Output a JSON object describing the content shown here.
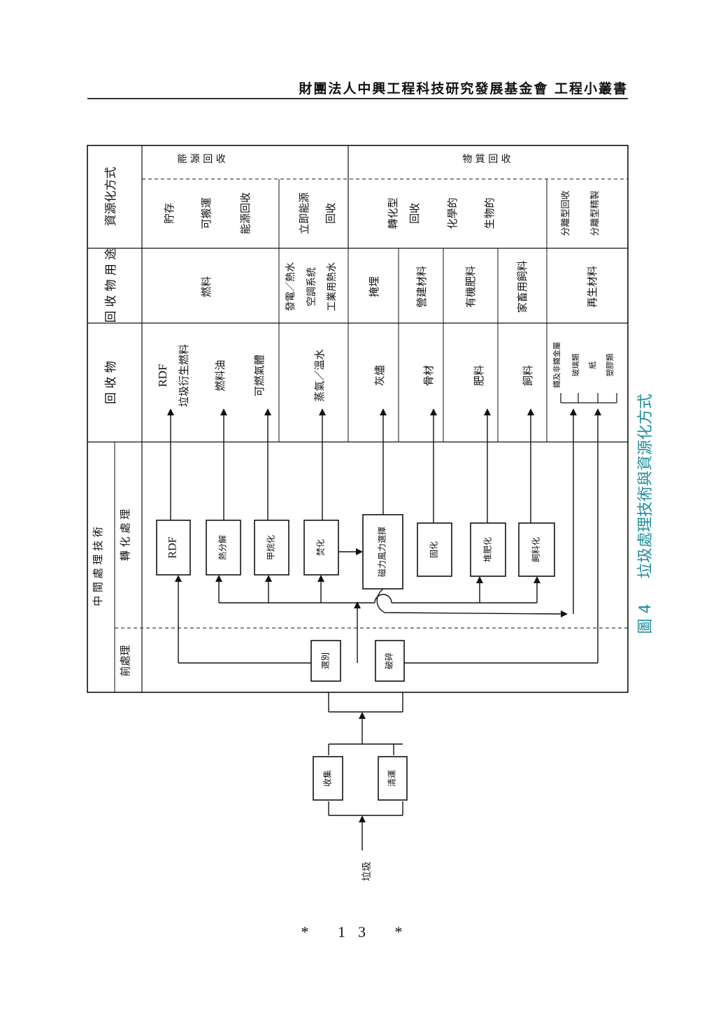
{
  "header": {
    "title": "財團法人中興工程科技研究發展基金會 工程小叢書"
  },
  "page_number": "* 13 *",
  "caption": {
    "label": "圖 4",
    "text": "垃圾處理技術與資源化方式"
  },
  "columns": {
    "intermediate": "中 間 處 理 技 術",
    "pre": "前處理",
    "conversion": "轉 化 處 理",
    "product": "回 收 物",
    "usage": "回 收 物 用 途",
    "method": "資源化方式"
  },
  "input": {
    "garbage": "垃圾",
    "collect": "收集",
    "transport": "清運"
  },
  "pre_processes": {
    "sort": "選別",
    "crush": "破碎"
  },
  "processes": {
    "rdf": "RDF",
    "pyrolysis": "熱分解",
    "methane": "甲烷化",
    "incineration": "焚化",
    "magnetic": "磁力風力選擇",
    "solidify": "固化",
    "compost": "堆肥化",
    "feed": "飼料化"
  },
  "products": {
    "rdf_line1": "RDF",
    "rdf_line2": "垃圾衍生燃料",
    "fuel_oil": "燃料油",
    "gas": "可燃氣體",
    "steam": "蒸氣／溫水",
    "ash": "灰燼",
    "aggregate": "骨材",
    "fertilizer": "肥料",
    "fodder": "飼料",
    "metal": "鐵及非鐵金屬",
    "glass": "玻璃類",
    "paper": "紙",
    "plastic": "塑膠類"
  },
  "uses": {
    "fuel": "燃料",
    "power_line1": "發電／熱水",
    "power_line2": "空調系統",
    "power_line3": "工業用熱水",
    "landfill": "掩埋",
    "building": "營建材料",
    "organic": "有機肥料",
    "livestock": "家畜用飼料",
    "recycled": "再生材料"
  },
  "methods": {
    "energy_header": "能 源 回 收",
    "material_header": "物 質 回 收",
    "storage1": "貯存",
    "storage2": "可搬運",
    "storage3": "能源回收",
    "immediate1": "立即能源",
    "immediate2": "回收",
    "transform1": "轉化型",
    "transform2": "回收",
    "chemical": "化學的",
    "biological": "生物的",
    "separate1": "分離型回收",
    "separate2": "分離型精製"
  },
  "colors": {
    "caption": "#1b8fa0",
    "line": "#111111"
  }
}
